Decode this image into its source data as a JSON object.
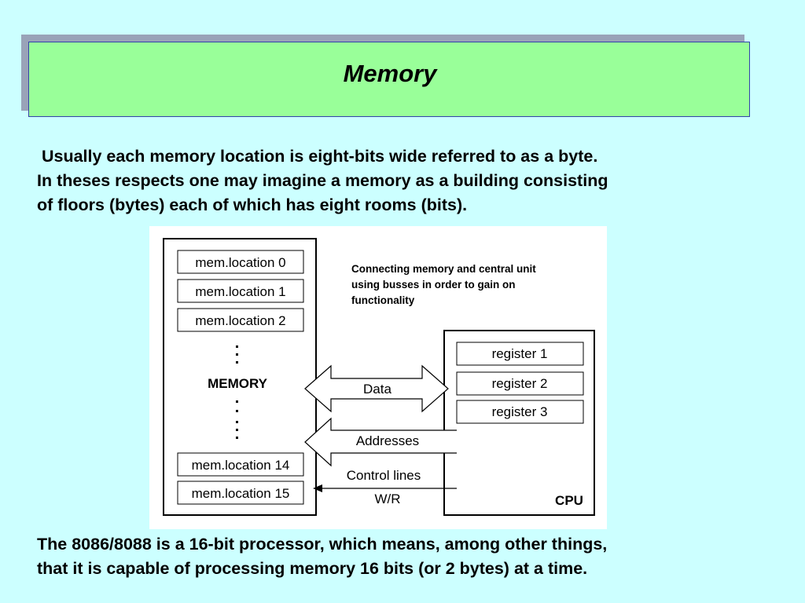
{
  "slide": {
    "title": "Memory",
    "paragraph1_lines": [
      " Usually each memory location is eight-bits wide referred to as a byte.",
      "In theses respects one may imagine a memory as a building consisting",
      "of floors (bytes) each of which has eight rooms (bits)."
    ],
    "paragraph2_lines": [
      "The 8086/8088 is a 16-bit processor, which means, among other things,",
      "that it is capable of processing memory 16 bits (or 2 bytes) at a time."
    ]
  },
  "diagram": {
    "caption_lines": [
      "Connecting memory and central unit",
      "using busses in order to gain on",
      "functionality"
    ],
    "memory_label": "MEMORY",
    "memory_locations_top": [
      "mem.location 0",
      "mem.location 1",
      "mem.location 2"
    ],
    "memory_locations_bottom": [
      "mem.location 14",
      "mem.location 15"
    ],
    "cpu_label": "CPU",
    "registers": [
      "register 1",
      "register 2",
      "register 3"
    ],
    "bus_data": "Data",
    "bus_addresses": "Addresses",
    "bus_control": "Control lines",
    "bus_wr": "W/R"
  }
}
